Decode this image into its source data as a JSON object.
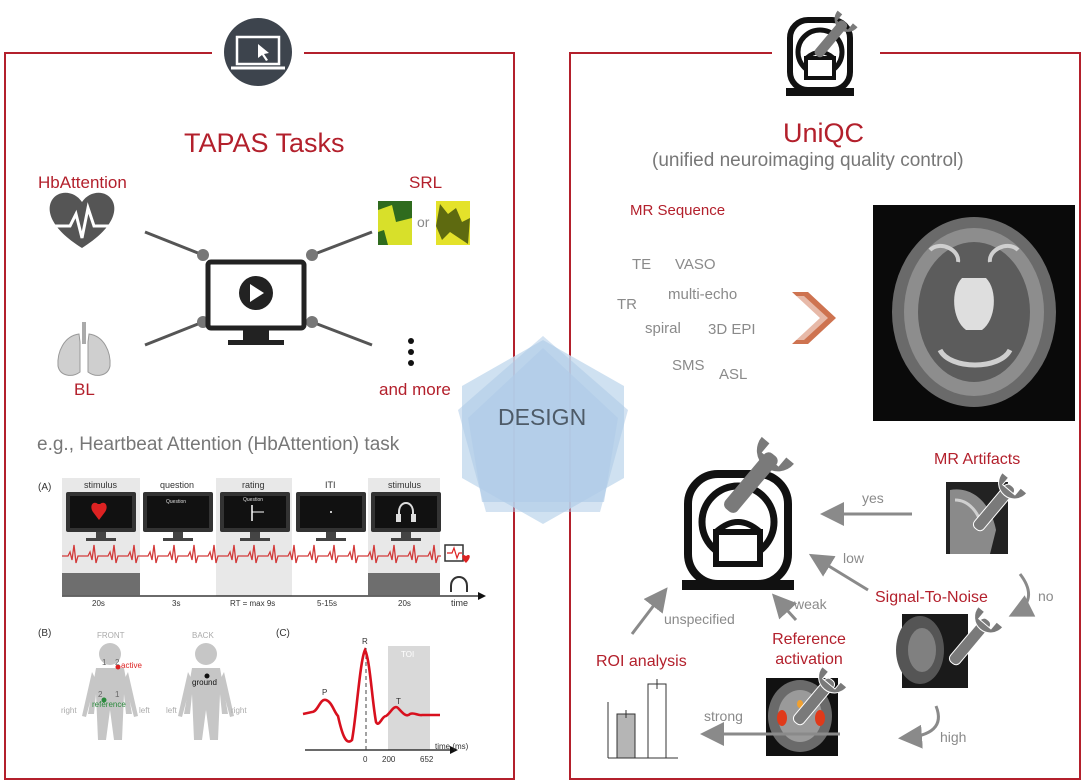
{
  "colors": {
    "accent": "#b3202c",
    "gray": "#8a8a8a",
    "hexagon": "#bcd3ea",
    "icon_dark": "#3d444d"
  },
  "left_panel": {
    "title": "TAPAS Tasks",
    "tasks": {
      "hb": "HbAttention",
      "srl": "SRL",
      "srl_or": "or",
      "bl": "BL",
      "more": "and more"
    },
    "example_caption": "e.g., Heartbeat Attention (HbAttention) task",
    "figure_a": {
      "label": "(A)",
      "screens": [
        "stimulus",
        "question",
        "rating",
        "ITI",
        "stimulus"
      ],
      "screen_texts": [
        "Question",
        "Question"
      ],
      "durations": [
        "20s",
        "3s",
        "RT = max 9s",
        "5-15s",
        "20s"
      ],
      "time_label": "time"
    },
    "figure_b": {
      "label": "(B)",
      "front": "FRONT",
      "back": "BACK",
      "electrode_numbers": [
        "1",
        "2",
        "2",
        "1"
      ],
      "active": "active",
      "reference": "reference",
      "ground": "ground",
      "sides": [
        "right",
        "left",
        "left",
        "right"
      ]
    },
    "figure_c": {
      "label": "(C)",
      "peaks": [
        "P",
        "R",
        "T"
      ],
      "toi": "TOI",
      "ticks": [
        "0",
        "200",
        "652"
      ],
      "axis": "time (ms)"
    }
  },
  "center": {
    "label": "DESIGN"
  },
  "right_panel": {
    "title": "UniQC",
    "subtitle": "(unified neuroimaging quality control)",
    "sequence_heading": "MR Sequence",
    "sequence_terms": [
      "TE",
      "VASO",
      "TR",
      "multi-echo",
      "spiral",
      "3D EPI",
      "SMS",
      "ASL"
    ],
    "nodes": {
      "artifacts": "MR Artifacts",
      "snr": "Signal-To-Noise",
      "reference": "Reference activation",
      "roi": "ROI analysis"
    },
    "edges": {
      "yes": "yes",
      "no": "no",
      "low": "low",
      "high": "high",
      "weak": "weak",
      "strong": "strong",
      "unspecified": "unspecified"
    }
  }
}
